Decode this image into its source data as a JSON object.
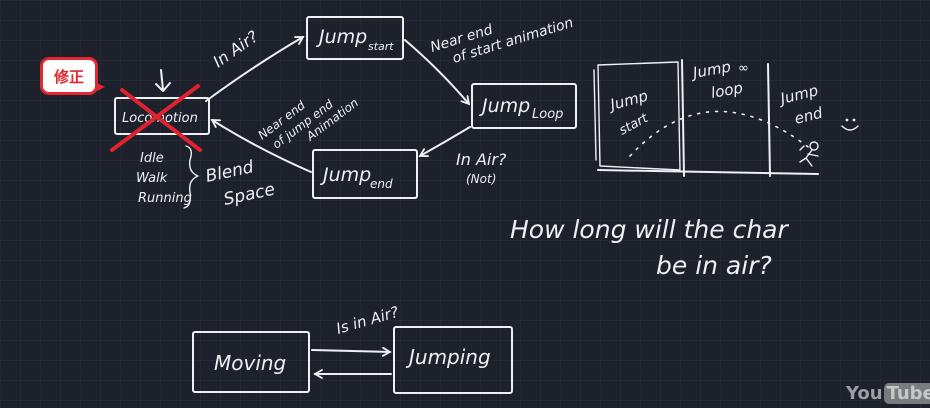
{
  "badge": {
    "label": "修正",
    "color": "#e3262f"
  },
  "diagram1": {
    "states": {
      "locomotion": "Locomotion",
      "jump_start": {
        "main": "Jump",
        "sub": "start"
      },
      "jump_loop": {
        "main": "Jump",
        "sub": "Loop"
      },
      "jump_end": {
        "main": "Jump",
        "sub": "end"
      }
    },
    "transitions": {
      "in_air": "In Air?",
      "near_end_start_1": "Near end",
      "near_end_start_2": "of start animation",
      "near_end_jump_1": "Near end",
      "near_end_jump_2": "of jump end",
      "near_end_jump_3": "Animation",
      "in_air_not_1": "In Air?",
      "in_air_not_2": "(Not)"
    },
    "blend_items": [
      "Idle",
      "Walk",
      "Running"
    ],
    "blend_label_1": "Blend",
    "blend_label_2": "Space"
  },
  "timeline": {
    "sections": [
      {
        "main": "Jump",
        "sub": "start"
      },
      {
        "main": "Jump",
        "sub": "loop"
      },
      {
        "main": "Jump",
        "sub": "end"
      }
    ],
    "loop_mark": "∞"
  },
  "question": {
    "line1": "How long will the char",
    "line2": "be in air?"
  },
  "diagram2": {
    "states": {
      "moving": "Moving",
      "jumping": "Jumping"
    },
    "transition": "Is in Air?"
  },
  "watermark": {
    "you": "You",
    "tube": "Tube"
  }
}
